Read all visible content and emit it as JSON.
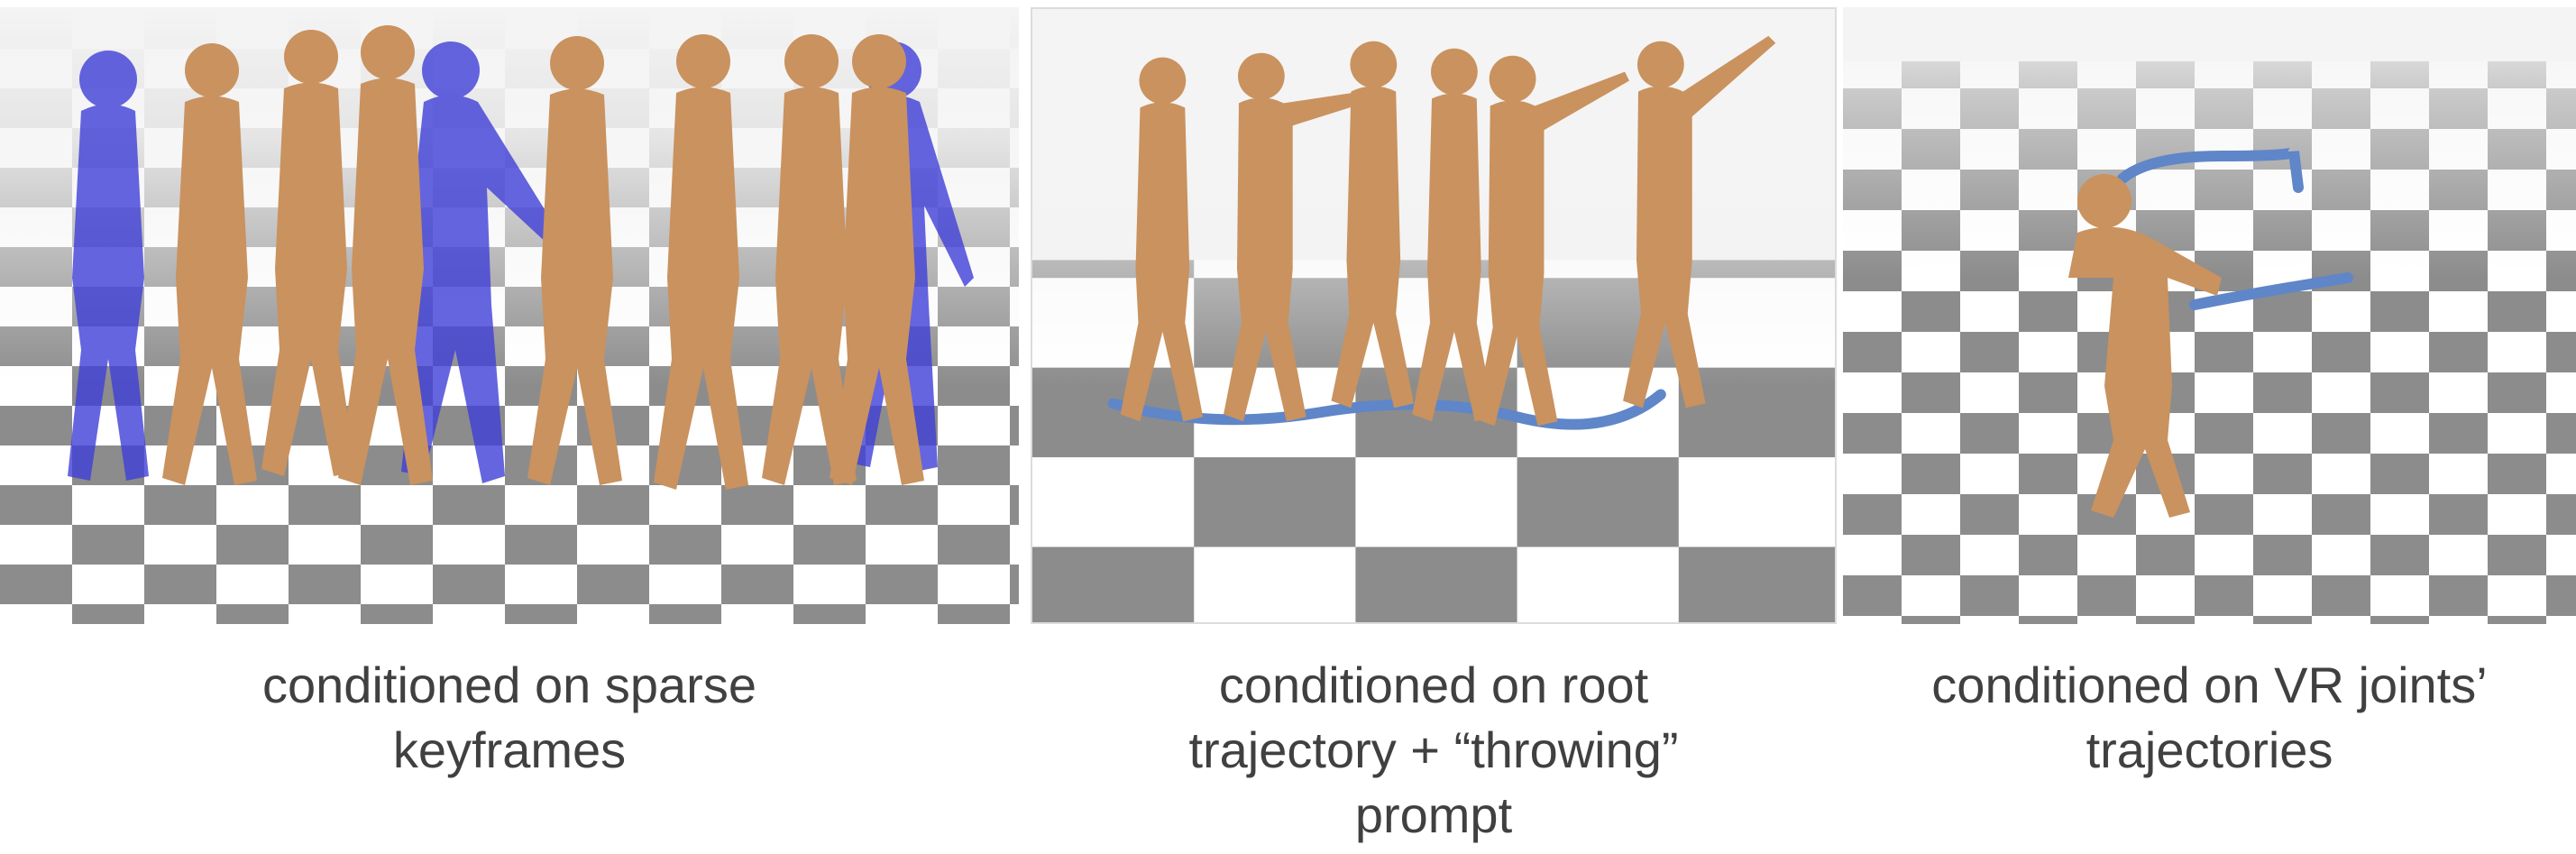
{
  "figure": {
    "panels": [
      {
        "id": "sparse-keyframes",
        "caption_lines": [
          "conditioned on sparse",
          "keyframes"
        ]
      },
      {
        "id": "root-trajectory-throwing",
        "caption_lines": [
          "conditioned on root",
          "trajectory + “throwing”",
          "prompt"
        ]
      },
      {
        "id": "vr-joints-trajectories",
        "caption_lines": [
          "conditioned on VR joints’",
          "trajectories"
        ]
      }
    ],
    "colors": {
      "body": "#c9925f",
      "keyframe": "#3f3fd8",
      "trajectory": "#5f86c8",
      "checker_dark": "#8c8c8c",
      "checker_light": "#ffffff"
    }
  }
}
